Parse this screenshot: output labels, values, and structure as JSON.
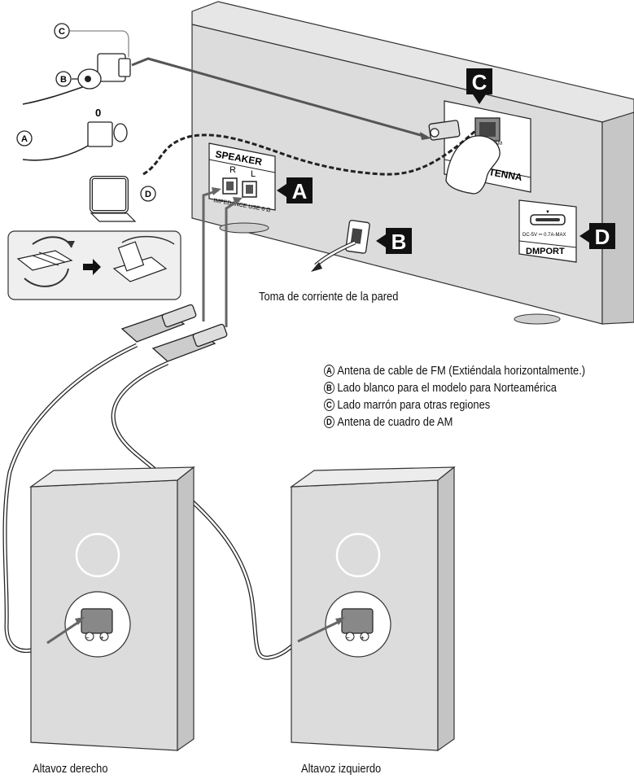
{
  "callouts": {
    "A": "A",
    "B": "B",
    "C": "C",
    "D": "D"
  },
  "small_labels": {
    "a": "A",
    "b": "B",
    "c": "C",
    "d": "D",
    "zero": "0"
  },
  "unit": {
    "speaker_title": "SPEAKER",
    "r": "R",
    "l": "L",
    "impedance": "IMPEDANCE USE 6 Ω",
    "am": "AM",
    "antenna": "ANTENNA",
    "dc": "DC-5V ⎓ 0.7A-MAX",
    "dmport": "DMPORT"
  },
  "labels": {
    "wall_outlet": "Toma de corriente de la pared",
    "right_speaker": "Altavoz derecho",
    "left_speaker": "Altavoz izquierdo"
  },
  "legend": [
    {
      "key": "A",
      "text": "Antena de cable de FM (Extiéndala horizontalmente.)"
    },
    {
      "key": "B",
      "text": "Lado blanco para el modelo para Norteamérica"
    },
    {
      "key": "C",
      "text": "Lado marrón para otras regiones"
    },
    {
      "key": "D",
      "text": "Antena de cuadro de AM"
    }
  ],
  "colors": {
    "panel": "#dcdcdc",
    "panel_side": "#c4c4c4",
    "outline": "#222222",
    "callout_bg": "#111111"
  }
}
